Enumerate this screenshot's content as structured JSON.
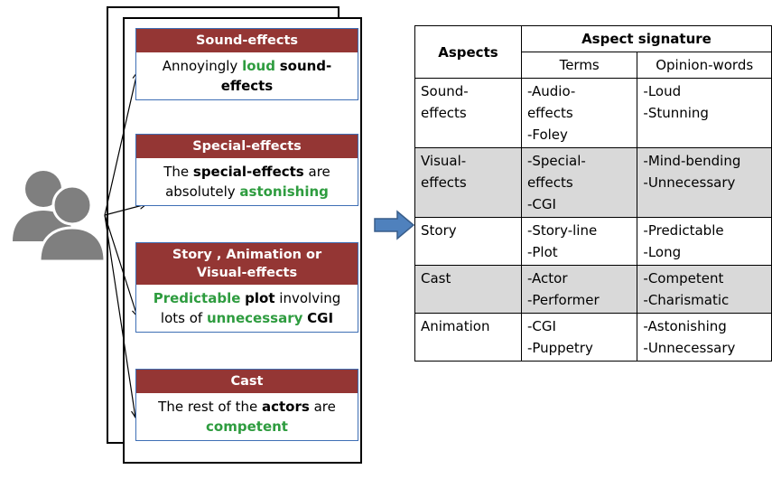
{
  "reviews": {
    "sound": {
      "header": "Sound-effects",
      "line1": [
        "Annoyingly ",
        "loud",
        " ",
        "sound-"
      ],
      "line2": "effects"
    },
    "special": {
      "header": "Special-effects",
      "line1": [
        "The ",
        "special-effects",
        " are"
      ],
      "line2": [
        "absolutely ",
        "astonishing"
      ]
    },
    "story": {
      "header_line1": "Story , Animation or",
      "header_line2": "Visual-effects",
      "line1": [
        "Predictable",
        " ",
        "plot",
        " involving"
      ],
      "line2": [
        "lots of ",
        "unnecessary",
        " ",
        "CGI"
      ]
    },
    "cast": {
      "header": "Cast",
      "line1": [
        "The rest of the ",
        "actors",
        " are"
      ],
      "line2": "competent"
    }
  },
  "table": {
    "col_aspects": "Aspects",
    "group_header": "Aspect signature",
    "col_terms": "Terms",
    "col_opinions": "Opinion-words",
    "rows": [
      {
        "aspect": [
          "Sound-",
          "effects"
        ],
        "terms": [
          "-Audio-",
          "effects",
          "-Foley"
        ],
        "opinions": [
          "-Loud",
          "-Stunning"
        ],
        "shaded": false
      },
      {
        "aspect": [
          "Visual-",
          "effects"
        ],
        "terms": [
          "-Special-",
          "effects",
          "-CGI"
        ],
        "opinions": [
          "-Mind-bending",
          "-Unnecessary"
        ],
        "shaded": true
      },
      {
        "aspect": [
          "Story"
        ],
        "terms": [
          "-Story-line",
          "-Plot"
        ],
        "opinions": [
          "-Predictable",
          "-Long"
        ],
        "shaded": false
      },
      {
        "aspect": [
          "Cast"
        ],
        "terms": [
          "-Actor",
          "-Performer"
        ],
        "opinions": [
          "-Competent",
          "-Charismatic"
        ],
        "shaded": true
      },
      {
        "aspect": [
          "Animation"
        ],
        "terms": [
          "-CGI",
          "-Puppetry"
        ],
        "opinions": [
          "-Astonishing",
          "-Unnecessary"
        ],
        "shaded": false
      }
    ]
  },
  "colors": {
    "card_header": "#943634",
    "card_border": "#3f6fb5",
    "opinion_green": "#2e9c3f",
    "arrow_blue": "#4f81bd",
    "user_gray": "#7f7f7f",
    "row_shade": "#d9d9d9"
  },
  "icons": {
    "users": "users-icon",
    "flow_arrow": "right-arrow-icon"
  }
}
